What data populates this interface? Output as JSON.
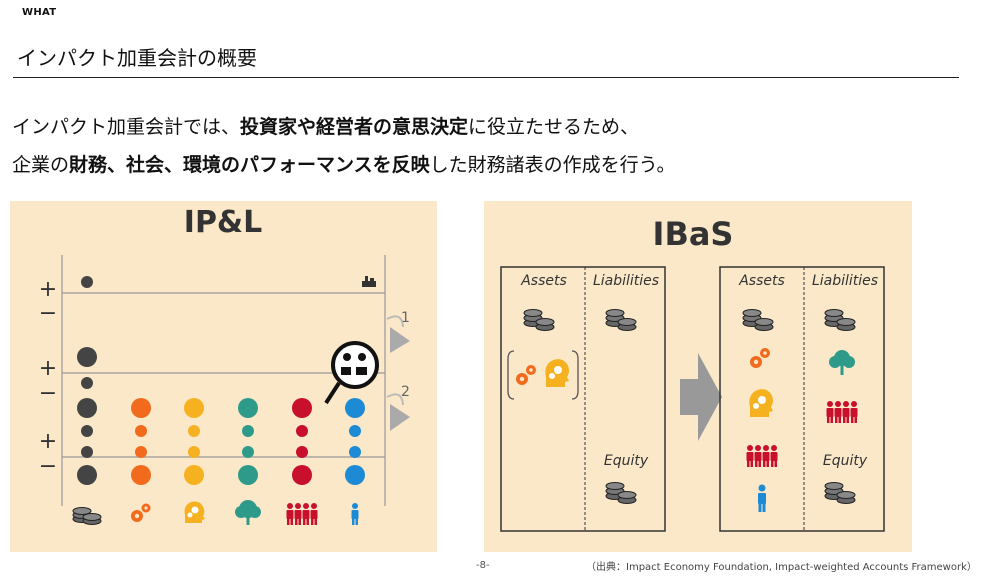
{
  "header": {
    "tag": "WHAT",
    "title": "インパクト加重会計の概要"
  },
  "body": {
    "line1": [
      {
        "t": "インパクト加重会計では、",
        "b": false
      },
      {
        "t": "投資家や経営者の意思決定",
        "b": true
      },
      {
        "t": "に役立たせるため、",
        "b": false
      }
    ],
    "line2": [
      {
        "t": "企業の",
        "b": false
      },
      {
        "t": "財務、社会、環境のパフォーマンスを反映",
        "b": true
      },
      {
        "t": "した財務諸表の作成を行う。",
        "b": false
      }
    ]
  },
  "ipl": {
    "title": "IP&L",
    "plus": "+",
    "minus": "−",
    "step1": "1",
    "step2": "2",
    "colors": [
      "#444444",
      "#f26b1d",
      "#f5b120",
      "#2e9a8a",
      "#c8102e",
      "#1c8ad4"
    ],
    "column_icons": [
      "coins-icon",
      "gears-icon",
      "head-gears-icon",
      "tree-icon",
      "people-icon",
      "person-icon"
    ]
  },
  "ibas": {
    "title": "IBaS",
    "left_assets": "Assets",
    "left_liabilities": "Liabilities",
    "left_equity": "Equity",
    "right_assets": "Assets",
    "right_liabilities": "Liabilities",
    "right_equity": "Equity"
  },
  "footer": {
    "page": "-8-",
    "source": "（出典：Impact Economy Foundation, Impact-weighted Accounts Framework）"
  }
}
